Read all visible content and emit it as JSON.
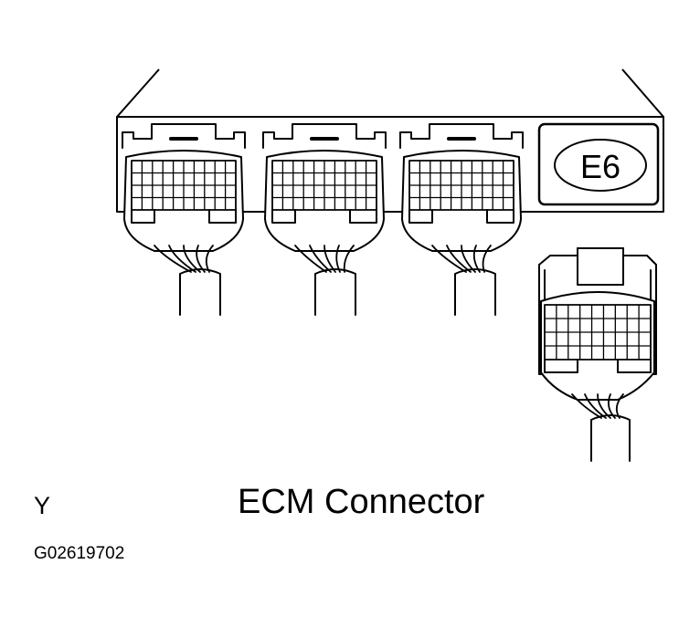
{
  "diagram": {
    "badge": "E6",
    "title": "ECM Connector",
    "corner_letter": "Y",
    "figure_code": "G02619702"
  },
  "colors": {
    "line": "#000000",
    "background": "#ffffff"
  }
}
